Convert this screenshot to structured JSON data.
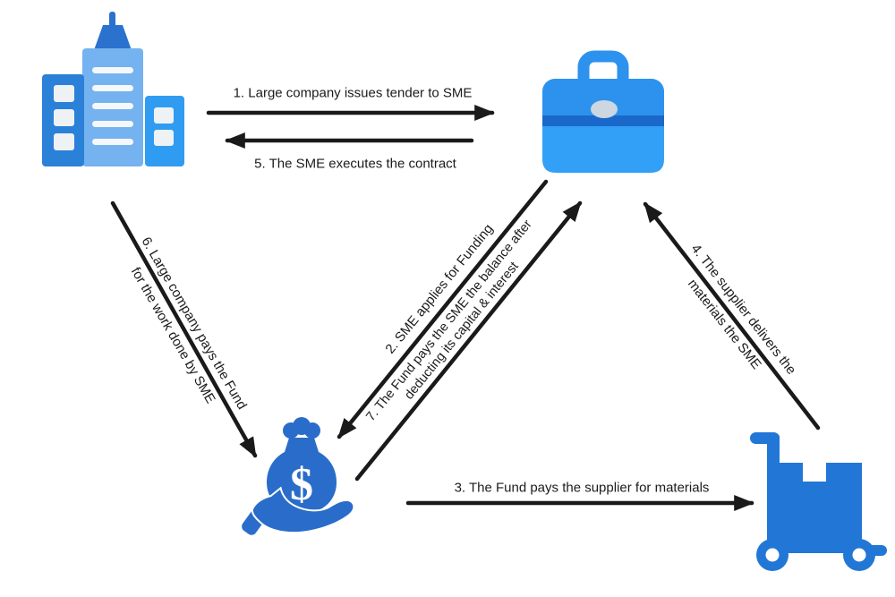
{
  "diagram": {
    "background": "#ffffff",
    "colors": {
      "arrow": "#1a1a1a",
      "building_left": "#2b80d8",
      "building_center": "#74b3ef",
      "building_right": "#2f9cf2",
      "building_spire": "#2a72cd",
      "window": "#eef2f5",
      "briefcase_top": "#2d92ee",
      "briefcase_bottom": "#32a0f6",
      "briefcase_band": "#1a68ca",
      "briefcase_clasp": "#ccd7e1",
      "fund_blue": "#2a6cca",
      "cart_blue": "#2277d6"
    },
    "nodes": {
      "large_company": {
        "icon": "office-building-icon"
      },
      "sme": {
        "icon": "briefcase-icon"
      },
      "fund": {
        "icon": "hand-money-bag-icon",
        "glyph": "$"
      },
      "supplier": {
        "icon": "hand-truck-icon"
      }
    },
    "steps": [
      {
        "id": 1,
        "from": "large_company",
        "to": "sme",
        "label": "1. Large company issues tender to SME"
      },
      {
        "id": 2,
        "from": "sme",
        "to": "fund",
        "label": "2. SME applies for Funding"
      },
      {
        "id": 3,
        "from": "fund",
        "to": "supplier",
        "label": "3. The Fund pays the supplier for materials"
      },
      {
        "id": 4,
        "from": "supplier",
        "to": "sme",
        "label_line1": "4. The supplier delivers the",
        "label_line2": "materials the SME"
      },
      {
        "id": 5,
        "from": "sme",
        "to": "large_company",
        "label": "5. The SME executes the contract"
      },
      {
        "id": 6,
        "from": "large_company",
        "to": "fund",
        "label_line1": "6. Large company pays the Fund",
        "label_line2": "for the work done by SME"
      },
      {
        "id": 7,
        "from": "fund",
        "to": "sme",
        "label_line1": "7. The Fund pays the SME the balance after",
        "label_line2": "deducting its capital & interest"
      }
    ]
  }
}
